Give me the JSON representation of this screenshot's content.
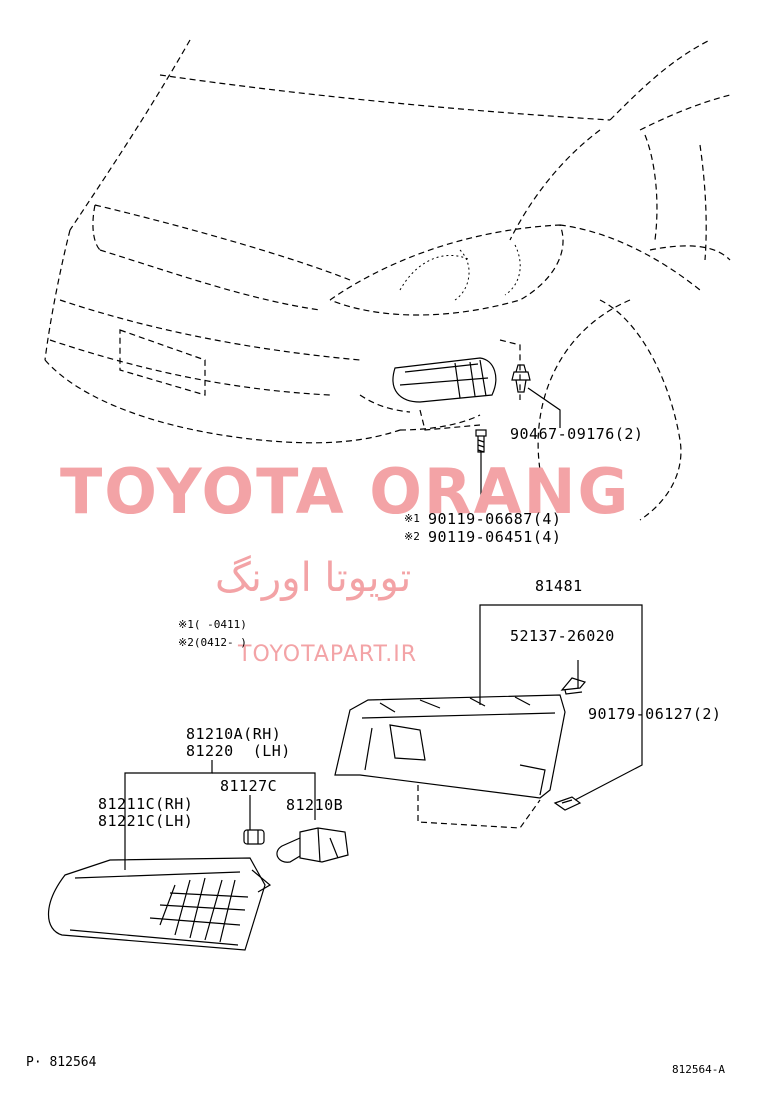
{
  "diagram": {
    "watermark": {
      "main": "TOYOTA ORANG",
      "persian": "تویوتا اورنگ",
      "url": "TOYOTAPART.IR"
    },
    "parts": {
      "clip_top": "90467-09176(2)",
      "screw_1": "90119-06687(4)",
      "screw_2": "90119-06451(4)",
      "screw_1_mark": "※1",
      "screw_2_mark": "※2",
      "bracket": "81481",
      "bracket_sub": "52137-26020",
      "nut": "90179-06127(2)",
      "lamp_assy_rh": "81210A(RH)",
      "lamp_assy_lh": "81220  (LH)",
      "bulb_socket": "81127C",
      "bulb": "81210B",
      "lens_rh": "81211C(RH)",
      "lens_lh": "81221C(LH)"
    },
    "notes": {
      "note1": "※1(      -0411)",
      "note2": "※2(0412-      )"
    },
    "footer": {
      "page_ref": "P· 812564",
      "figure_id": "812564-A"
    }
  }
}
